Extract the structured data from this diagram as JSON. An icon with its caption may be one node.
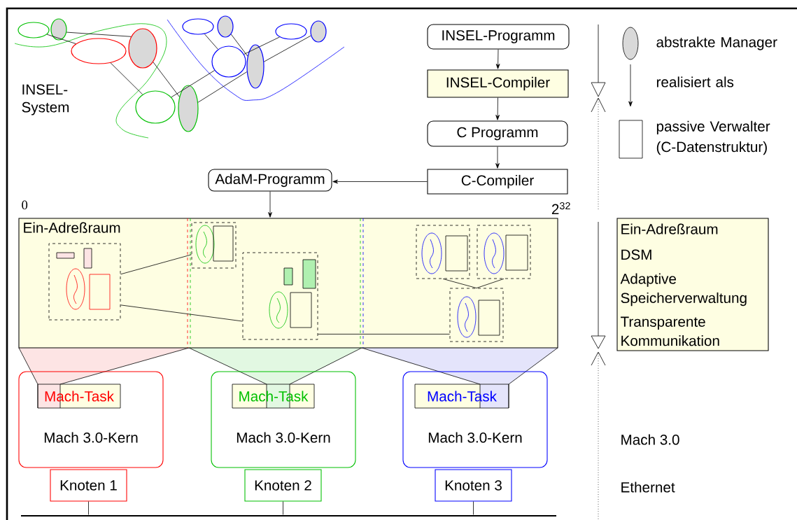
{
  "diagram": {
    "nodes": [
      {
        "text": [],
        "shape": "ellipse"
      },
      {
        "text": [],
        "shape": "ellipse"
      },
      {
        "text": [],
        "shape": "ellipse"
      },
      {
        "text": [],
        "shape": "ellipse"
      },
      {
        "text": [],
        "shape": "ellipse"
      },
      {
        "text": [],
        "shape": "ellipse"
      },
      {
        "text": [],
        "shape": "ellipse"
      },
      {
        "text": [],
        "shape": "ellipse"
      },
      {
        "text": [],
        "shape": "ellipse"
      },
      {
        "text": [],
        "shape": "ellipse"
      },
      {
        "text": [],
        "shape": "ellipse"
      },
      {
        "text": [],
        "shape": "ellipse"
      },
      {
        "text": [
          "INSEL-Programm"
        ]
      },
      {
        "text": [
          "INSEL-Compiler"
        ]
      },
      {
        "text": [
          "C Programm"
        ]
      },
      {
        "text": [
          "C-Compiler"
        ]
      },
      {
        "text": [
          "AdaM-Programm"
        ]
      },
      {
        "text": [
          "Ein-Adreßraum"
        ]
      },
      {
        "text": [],
        "shape": "box",
        "in": 17
      },
      {
        "text": [],
        "shape": "box",
        "in": 17
      },
      {
        "text": [],
        "shape": "box",
        "in": 17
      },
      {
        "text": [],
        "shape": "box",
        "in": 17
      },
      {
        "text": [],
        "shape": "box",
        "in": 17
      },
      {
        "text": [],
        "shape": "box",
        "in": 17
      },
      {
        "text": [
          "Ein-Adreßraum",
          "DSM",
          "Adaptive Speicherverwaltung",
          "Transparente Kommunikation"
        ]
      },
      {
        "text": [
          "Mach 3.0-Kern"
        ]
      },
      {
        "text": [
          "Mach 3.0-Kern"
        ]
      },
      {
        "text": [
          "Mach 3.0-Kern"
        ]
      },
      {
        "text": [
          "Mach-Task"
        ],
        "in": 25
      },
      {
        "text": [
          "Mach-Task"
        ],
        "in": 26
      },
      {
        "text": [
          "Mach-Task"
        ],
        "in": 27
      },
      {
        "text": [
          "Knoten 1"
        ]
      },
      {
        "text": [
          "Knoten 2"
        ]
      },
      {
        "text": [
          "Knoten 3"
        ]
      },
      {
        "text": [],
        "shape": "bar"
      }
    ],
    "edges": [
      {
        "from": 1,
        "to": 3,
        "arrow": "none"
      },
      {
        "from": 0,
        "to": 2,
        "arrow": "none"
      },
      {
        "from": 2,
        "to": 4,
        "arrow": "none"
      },
      {
        "from": 3,
        "to": 5,
        "arrow": "none"
      },
      {
        "from": 4,
        "to": 8,
        "arrow": "none"
      },
      {
        "from": 5,
        "to": 9,
        "arrow": "none"
      },
      {
        "from": 6,
        "to": 8,
        "arrow": "none"
      },
      {
        "from": 7,
        "to": 9,
        "arrow": "none"
      },
      {
        "from": 8,
        "to": 10,
        "arrow": "none"
      },
      {
        "from": 9,
        "to": 11,
        "arrow": "none"
      },
      {
        "from": 12,
        "to": 13,
        "arrow": "to"
      },
      {
        "from": 13,
        "to": 14,
        "arrow": "to"
      },
      {
        "from": 14,
        "to": 15,
        "arrow": "to"
      },
      {
        "from": 15,
        "to": 16,
        "arrow": "to"
      },
      {
        "from": 16,
        "to": 17,
        "arrow": "to"
      },
      {
        "from": 18,
        "to": 19,
        "arrow": "none"
      },
      {
        "from": 18,
        "to": 20,
        "arrow": "none"
      },
      {
        "from": 20,
        "to": 23,
        "arrow": "none"
      },
      {
        "from": 21,
        "to": 23,
        "arrow": "none"
      },
      {
        "from": 22,
        "to": 23,
        "arrow": "none"
      },
      {
        "from": 31,
        "to": 34,
        "arrow": "none"
      },
      {
        "from": 32,
        "to": 34,
        "arrow": "none"
      },
      {
        "from": 33,
        "to": 34,
        "arrow": "none"
      }
    ],
    "labels": [
      "INSEL-System",
      "0",
      "2$^{32}$",
      "Mach 3.0",
      "Ethernet"
    ],
    "legend": [
      {
        "text": "abstrakte Manager"
      },
      {
        "text": "realisiert als"
      },
      {
        "text": "passive Verwalter (C-Datenstruktur)"
      }
    ]
  }
}
